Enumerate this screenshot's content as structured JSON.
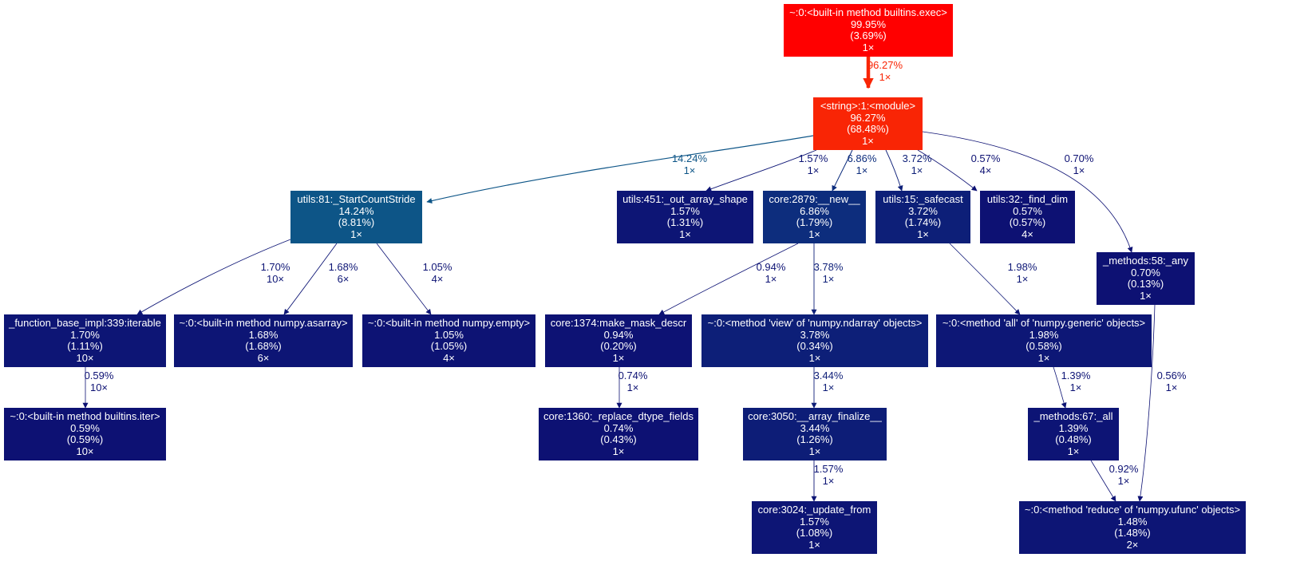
{
  "nodes": {
    "exec": {
      "name": "~:0:<built-in method builtins.exec>",
      "total": "99.95%",
      "self": "(3.69%)",
      "calls": "1×",
      "color": "#ff0000"
    },
    "module": {
      "name": "<string>:1:<module>",
      "total": "96.27%",
      "self": "(68.48%)",
      "calls": "1×",
      "color": "#f92505"
    },
    "startcount": {
      "name": "utils:81:_StartCountStride",
      "total": "14.24%",
      "self": "(8.81%)",
      "calls": "1×",
      "color": "#0d5587"
    },
    "outarray": {
      "name": "utils:451:_out_array_shape",
      "total": "1.57%",
      "self": "(1.31%)",
      "calls": "1×",
      "color": "#0d1575"
    },
    "new": {
      "name": "core:2879:__new__",
      "total": "6.86%",
      "self": "(1.79%)",
      "calls": "1×",
      "color": "#0d2d7d"
    },
    "safecast": {
      "name": "utils:15:_safecast",
      "total": "3.72%",
      "self": "(1.74%)",
      "calls": "1×",
      "color": "#0d1f78"
    },
    "finddim": {
      "name": "utils:32:_find_dim",
      "total": "0.57%",
      "self": "(0.57%)",
      "calls": "4×",
      "color": "#0d1173"
    },
    "any": {
      "name": "_methods:58:_any",
      "total": "0.70%",
      "self": "(0.13%)",
      "calls": "1×",
      "color": "#0d1173"
    },
    "iterable": {
      "name": "_function_base_impl:339:iterable",
      "total": "1.70%",
      "self": "(1.11%)",
      "calls": "10×",
      "color": "#0d1575"
    },
    "asarray": {
      "name": "~:0:<built-in method numpy.asarray>",
      "total": "1.68%",
      "self": "(1.68%)",
      "calls": "6×",
      "color": "#0d1575"
    },
    "empty": {
      "name": "~:0:<built-in method numpy.empty>",
      "total": "1.05%",
      "self": "(1.05%)",
      "calls": "4×",
      "color": "#0d1374"
    },
    "makemask": {
      "name": "core:1374:make_mask_descr",
      "total": "0.94%",
      "self": "(0.20%)",
      "calls": "1×",
      "color": "#0d1274"
    },
    "view": {
      "name": "~:0:<method 'view' of 'numpy.ndarray' objects>",
      "total": "3.78%",
      "self": "(0.34%)",
      "calls": "1×",
      "color": "#0d1f78"
    },
    "all": {
      "name": "~:0:<method 'all' of 'numpy.generic' objects>",
      "total": "1.98%",
      "self": "(0.58%)",
      "calls": "1×",
      "color": "#0d1776"
    },
    "iter": {
      "name": "~:0:<built-in method builtins.iter>",
      "total": "0.59%",
      "self": "(0.59%)",
      "calls": "10×",
      "color": "#0d1173"
    },
    "replace": {
      "name": "core:1360:_replace_dtype_fields",
      "total": "0.74%",
      "self": "(0.43%)",
      "calls": "1×",
      "color": "#0d1173"
    },
    "finalize": {
      "name": "core:3050:__array_finalize__",
      "total": "3.44%",
      "self": "(1.26%)",
      "calls": "1×",
      "color": "#0d1d77"
    },
    "mall": {
      "name": "_methods:67:_all",
      "total": "1.39%",
      "self": "(0.48%)",
      "calls": "1×",
      "color": "#0d1475"
    },
    "update": {
      "name": "core:3024:_update_from",
      "total": "1.57%",
      "self": "(1.08%)",
      "calls": "1×",
      "color": "#0d1575"
    },
    "reduce": {
      "name": "~:0:<method 'reduce' of 'numpy.ufunc' objects>",
      "total": "1.48%",
      "self": "(1.48%)",
      "calls": "2×",
      "color": "#0d1575"
    }
  },
  "edges": [
    {
      "id": "exec-module",
      "pct": "96.27%",
      "calls": "1×",
      "color": "#f92505"
    },
    {
      "id": "module-startcount",
      "pct": "14.24%",
      "calls": "1×",
      "color": "#0d5587"
    },
    {
      "id": "module-outarray",
      "pct": "1.57%",
      "calls": "1×",
      "color": "#0d1575"
    },
    {
      "id": "module-new",
      "pct": "6.86%",
      "calls": "1×",
      "color": "#0d2d7d"
    },
    {
      "id": "module-safecast",
      "pct": "3.72%",
      "calls": "1×",
      "color": "#0d1f78"
    },
    {
      "id": "module-finddim",
      "pct": "0.57%",
      "calls": "4×",
      "color": "#0d1173"
    },
    {
      "id": "module-any",
      "pct": "0.70%",
      "calls": "1×",
      "color": "#0d1173"
    },
    {
      "id": "startcount-iterable",
      "pct": "1.70%",
      "calls": "10×",
      "color": "#0d1575"
    },
    {
      "id": "startcount-asarray",
      "pct": "1.68%",
      "calls": "6×",
      "color": "#0d1575"
    },
    {
      "id": "startcount-empty",
      "pct": "1.05%",
      "calls": "4×",
      "color": "#0d1374"
    },
    {
      "id": "new-makemask",
      "pct": "0.94%",
      "calls": "1×",
      "color": "#0d1274"
    },
    {
      "id": "new-view",
      "pct": "3.78%",
      "calls": "1×",
      "color": "#0d1f78"
    },
    {
      "id": "safecast-all",
      "pct": "1.98%",
      "calls": "1×",
      "color": "#0d1776"
    },
    {
      "id": "iterable-iter",
      "pct": "0.59%",
      "calls": "10×",
      "color": "#0d1173"
    },
    {
      "id": "makemask-replace",
      "pct": "0.74%",
      "calls": "1×",
      "color": "#0d1173"
    },
    {
      "id": "view-finalize",
      "pct": "3.44%",
      "calls": "1×",
      "color": "#0d1d77"
    },
    {
      "id": "all-mall",
      "pct": "1.39%",
      "calls": "1×",
      "color": "#0d1475"
    },
    {
      "id": "finalize-update",
      "pct": "1.57%",
      "calls": "1×",
      "color": "#0d1575"
    },
    {
      "id": "mall-reduce",
      "pct": "0.92%",
      "calls": "1×",
      "color": "#0d1274"
    },
    {
      "id": "any-reduce",
      "pct": "0.56%",
      "calls": "1×",
      "color": "#0d1173"
    }
  ]
}
